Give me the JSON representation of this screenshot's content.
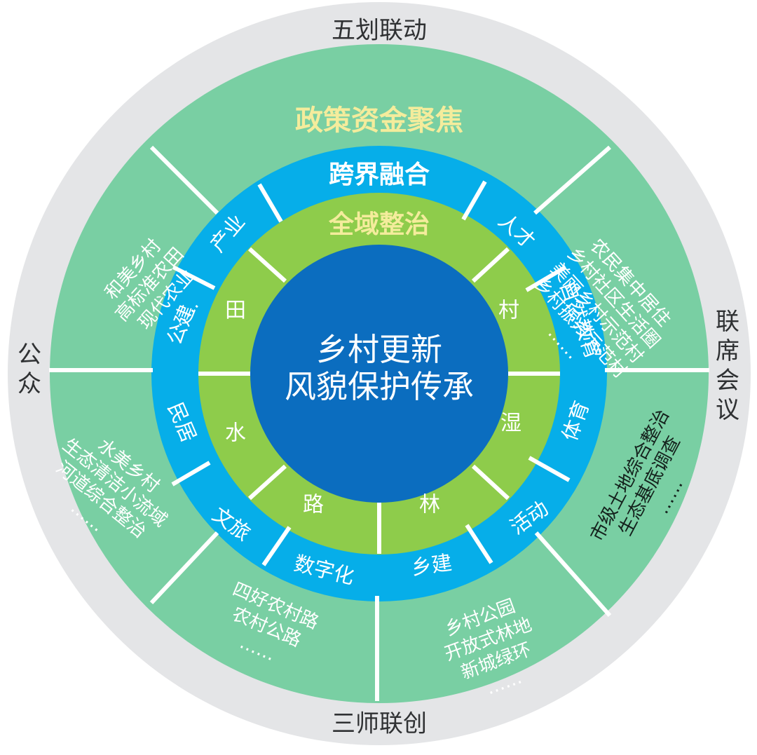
{
  "center": {
    "lines": [
      "乡村更新",
      "风貌保护传承"
    ]
  },
  "outer_ring": {
    "labels": [
      "五划联动",
      "联席会议",
      "三师联创",
      "公众"
    ]
  },
  "green_outer": {
    "title": "政策资金聚焦",
    "sectors": [
      {
        "id": "upper-left",
        "lines": [
          "和美乡村",
          "高标准农田",
          "现代农业",
          "……"
        ],
        "color": "#ffffff"
      },
      {
        "id": "upper-right",
        "lines": [
          "农民集中居住",
          "乡村社区生活圈",
          "美丽乡村示范村",
          "乡村振兴示范村",
          "……"
        ],
        "color": "#ffffff"
      },
      {
        "id": "lower-left",
        "lines": [
          "水美乡村",
          "生态清洁小流域",
          "河道综合整治",
          "……"
        ],
        "color": "#ffffff"
      },
      {
        "id": "lower-right",
        "lines": [
          "市级土地综合整治",
          "生态基底调查",
          "……"
        ],
        "color": "#14211c"
      },
      {
        "id": "bottom-left",
        "lines": [
          "四好农村路",
          "农村公路",
          "……"
        ],
        "color": "#ffffff"
      },
      {
        "id": "bottom-right",
        "lines": [
          "乡村公园",
          "开放式林地",
          "新城绿环",
          "……"
        ],
        "color": "#ffffff"
      }
    ]
  },
  "blue_ring": {
    "title": "跨界融合",
    "labels": [
      "产业",
      "人才",
      "公建",
      "自然教育",
      "民居",
      "体育",
      "文旅",
      "活动",
      "数字化",
      "乡建"
    ]
  },
  "green_ring": {
    "title": "全域整治",
    "labels": [
      "田",
      "村",
      "水",
      "湿",
      "路",
      "林"
    ]
  },
  "colors": {
    "outer_gray": "#e4e5e7",
    "green_outer": "#79cfa3",
    "blue_ring": "#06aee9",
    "green_ring": "#8ecc4b",
    "center_blue": "#0b6dbf",
    "divider": "#ffffff"
  }
}
